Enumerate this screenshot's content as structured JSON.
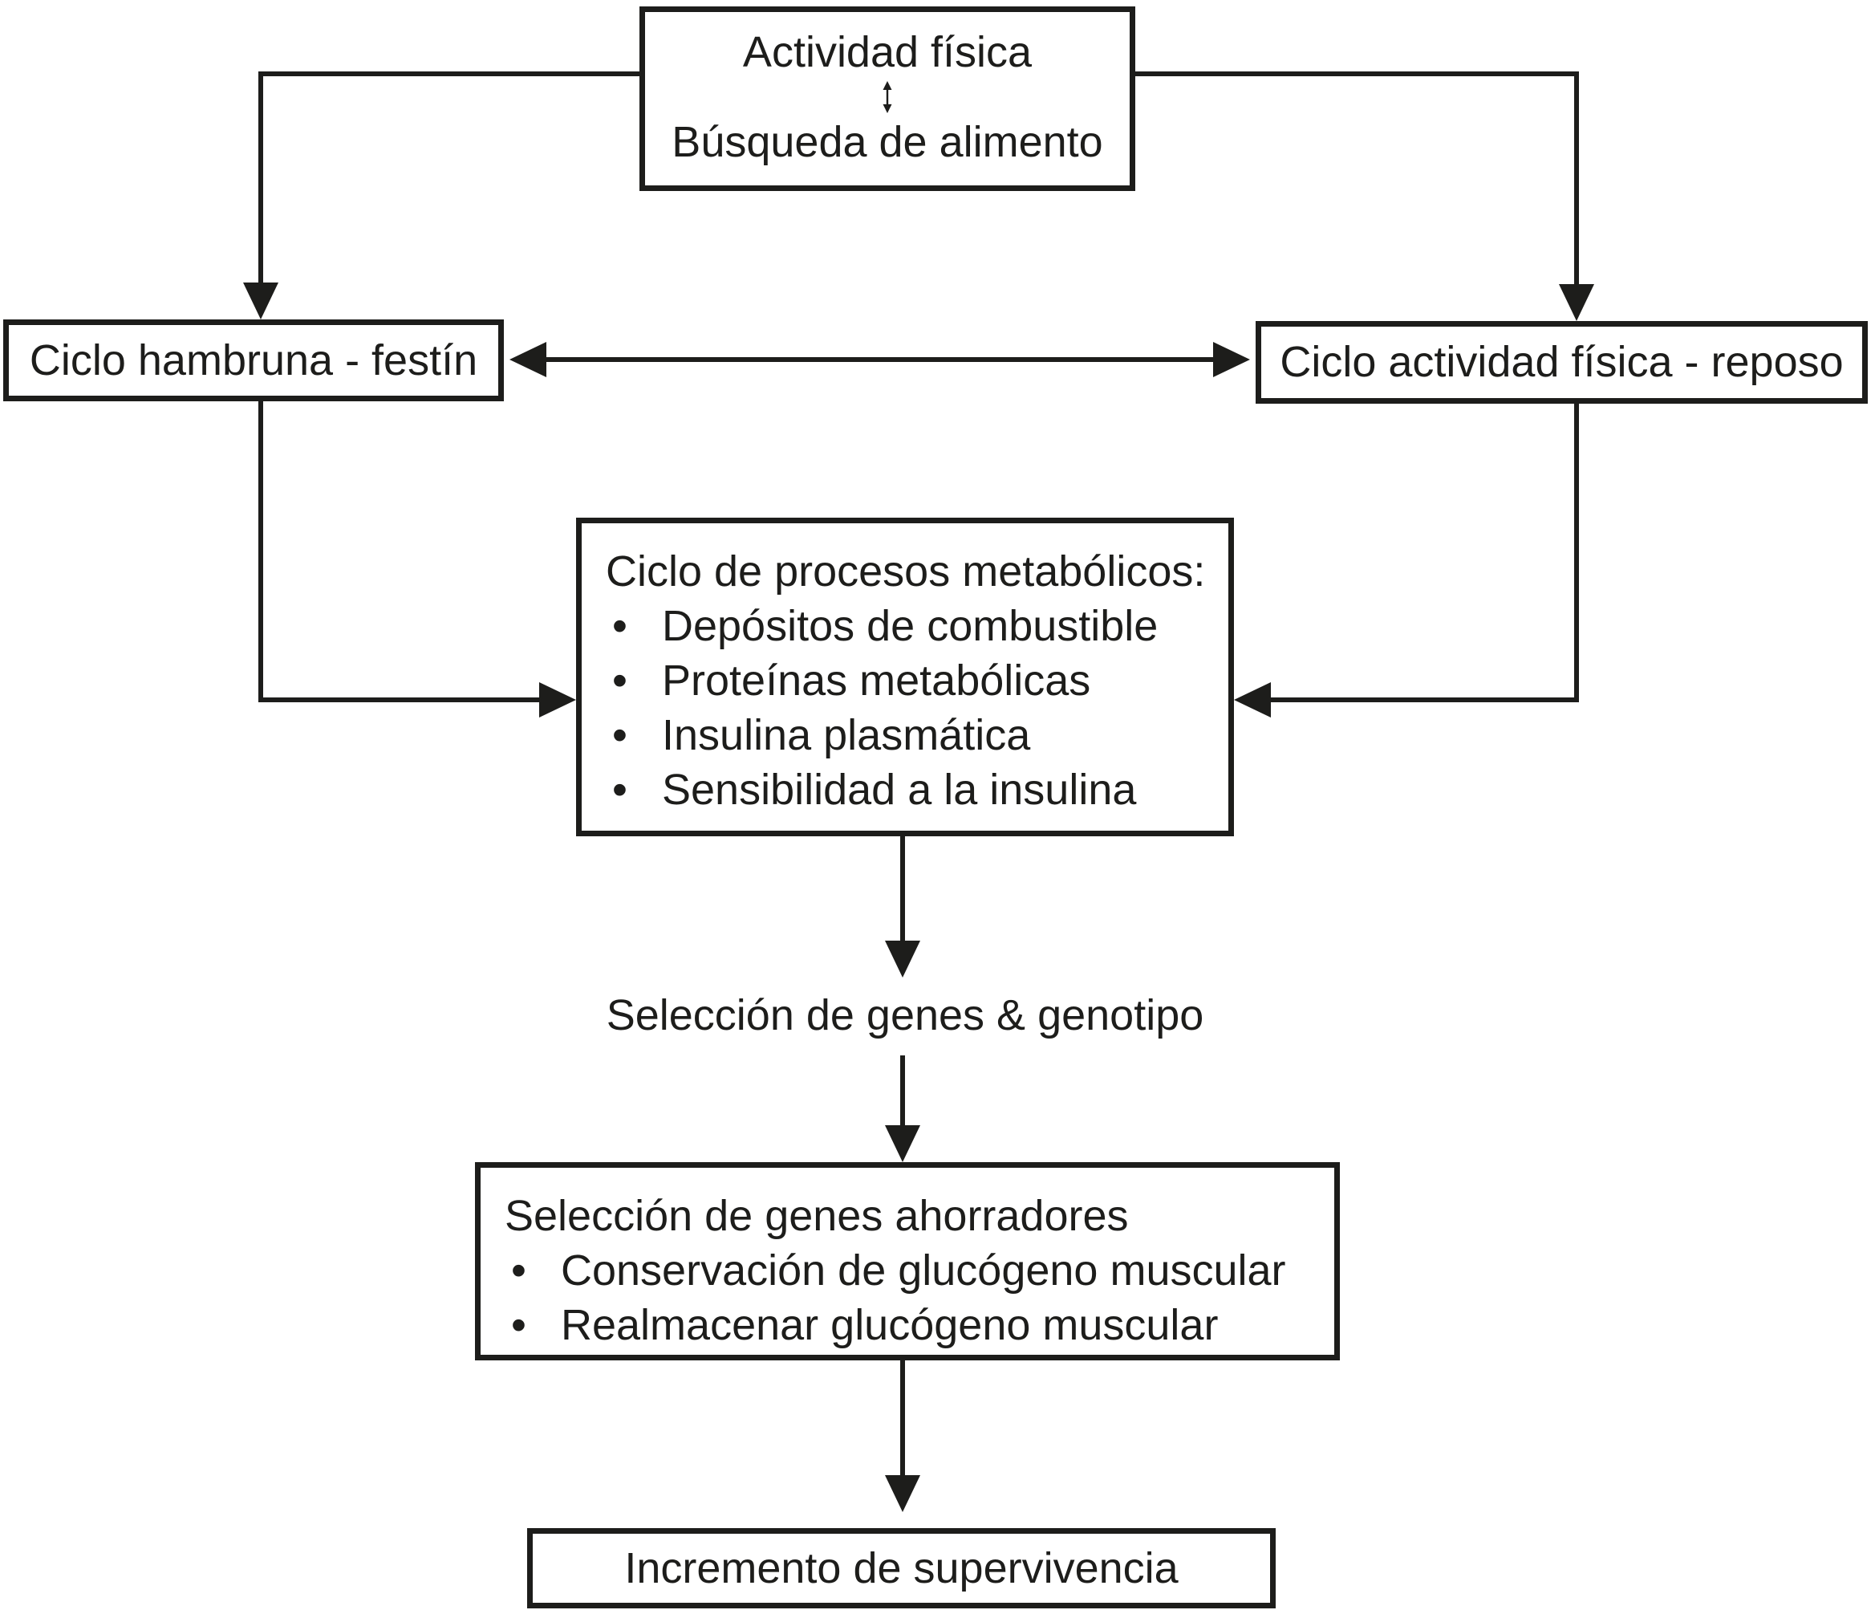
{
  "ui": {
    "bullet": "•",
    "ink_color": "#1d1d1b",
    "background_color": "#ffffff"
  },
  "boxes": {
    "top": {
      "line1": "Actividad física",
      "line2": "Búsqueda de alimento"
    },
    "famine_feast": {
      "label": "Ciclo hambruna - festín"
    },
    "activity_rest": {
      "label": "Ciclo actividad física - reposo"
    },
    "metabolic": {
      "title": "Ciclo de procesos metabólicos:",
      "bullets": [
        "Depósitos de combustible",
        "Proteínas metabólicas",
        "Insulina plasmática",
        "Sensibilidad a la insulina"
      ]
    },
    "thrifty_genes": {
      "title": "Selección de genes ahorradores",
      "bullets": [
        "Conservación de glucógeno muscular",
        "Realmacenar glucógeno muscular"
      ]
    },
    "survival": {
      "label": "Incremento de supervivencia"
    }
  },
  "labels": {
    "gene_selection": "Selección de genes & genotipo"
  }
}
